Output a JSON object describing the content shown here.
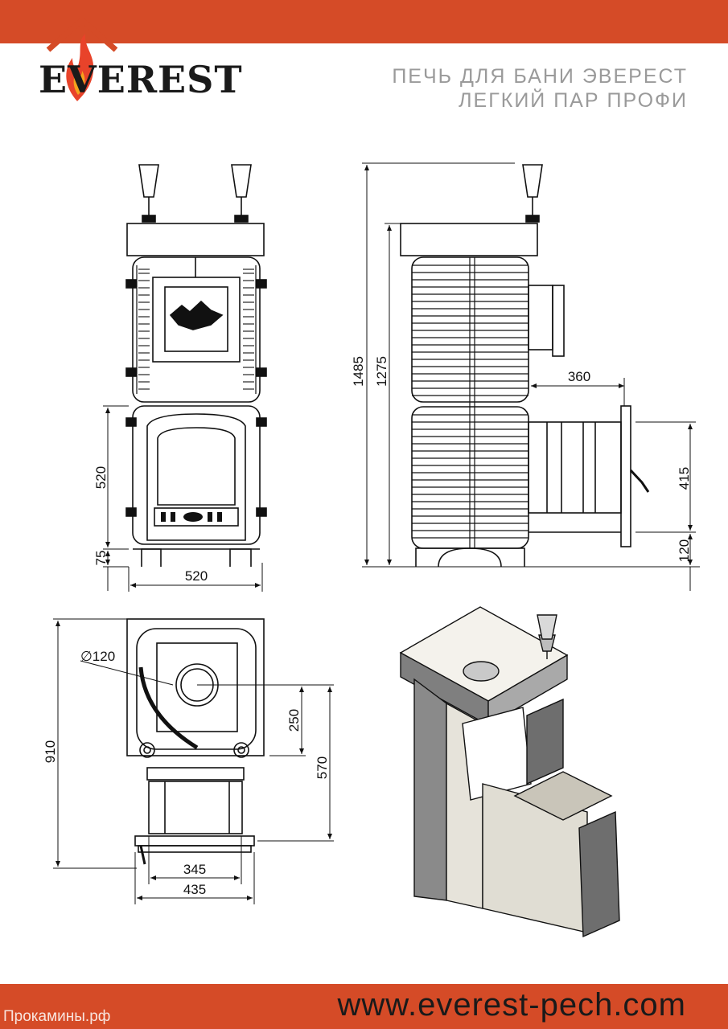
{
  "brand": {
    "logo_text": "EVEREST",
    "accent_color": "#d54b27",
    "flame_colors": [
      "#e8432a",
      "#f7a21d"
    ]
  },
  "header": {
    "title_line1": "ПЕЧЬ ДЛЯ БАНИ ЭВЕРЕСТ",
    "title_line2": "ЛЕГКИЙ ПАР ПРОФИ"
  },
  "dimensions": {
    "front": {
      "firebox_height": "520",
      "leg_height": "75",
      "width": "520"
    },
    "side": {
      "total_height": "1485",
      "body_height": "1275",
      "tunnel_depth": "360",
      "tunnel_height": "415",
      "tunnel_bottom": "120"
    },
    "top": {
      "depth": "910",
      "chimney_diameter": "∅120",
      "chimney_offset": "250",
      "tunnel_offset": "570",
      "door_width": "345",
      "frame_width": "435"
    }
  },
  "footer": {
    "url": "www.everest-pech.com",
    "watermark": "Прокамины.рф"
  }
}
